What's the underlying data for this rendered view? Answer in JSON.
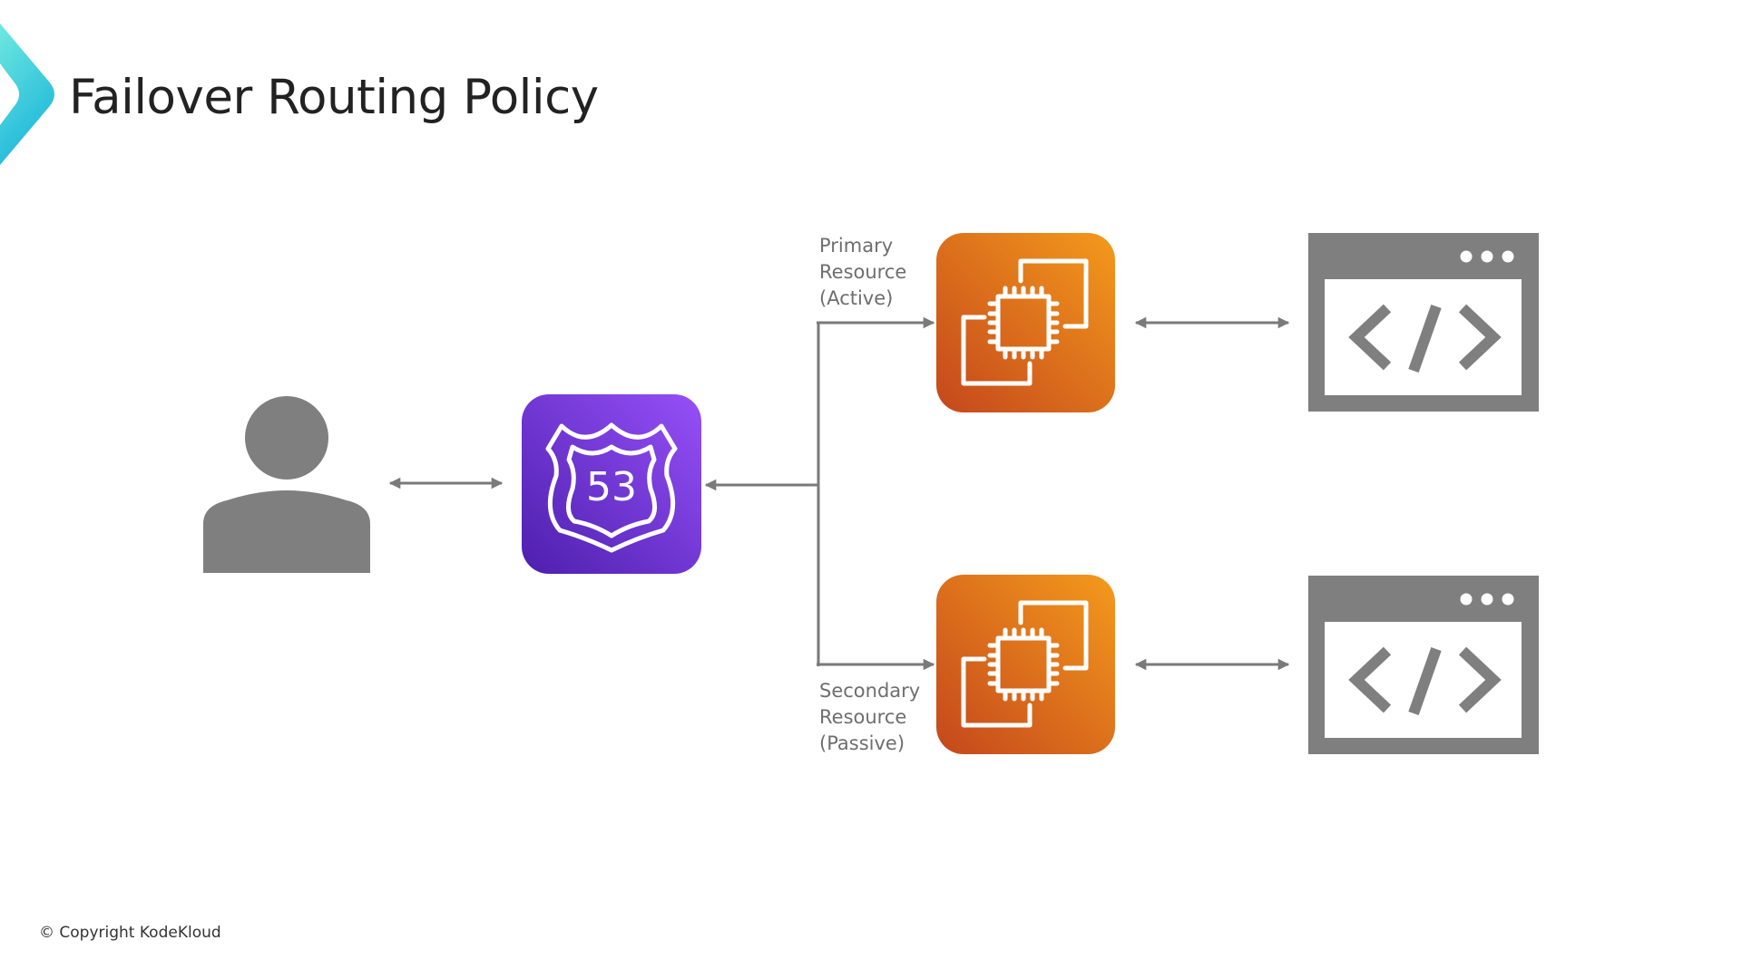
{
  "slide": {
    "title": "Failover Routing Policy",
    "copyright": "© Copyright KodeKloud"
  },
  "diagram": {
    "nodes": [
      {
        "id": "user",
        "type": "user-icon",
        "label": ""
      },
      {
        "id": "route53",
        "type": "route53-icon",
        "badge_text": "53"
      },
      {
        "id": "ec2-primary",
        "type": "ec2-icon",
        "label": "Primary\nResource\n(Active)"
      },
      {
        "id": "ec2-secondary",
        "type": "ec2-icon",
        "label": "Secondary\nResource\n(Passive)"
      },
      {
        "id": "app-primary",
        "type": "web-app-icon"
      },
      {
        "id": "app-secondary",
        "type": "web-app-icon"
      }
    ],
    "edges": [
      {
        "from": "user",
        "to": "route53",
        "direction": "bidirectional"
      },
      {
        "from": "ec2-primary",
        "to": "route53",
        "direction": "branch-merge"
      },
      {
        "from": "ec2-secondary",
        "to": "route53",
        "direction": "branch-merge"
      },
      {
        "from": "route53",
        "to": "ec2-primary",
        "direction": "forward"
      },
      {
        "from": "route53",
        "to": "ec2-secondary",
        "direction": "forward"
      },
      {
        "from": "ec2-primary",
        "to": "app-primary",
        "direction": "bidirectional"
      },
      {
        "from": "ec2-secondary",
        "to": "app-secondary",
        "direction": "bidirectional"
      }
    ],
    "labels": {
      "primary": "Primary\nResource\n(Active)",
      "secondary": "Secondary\nResource\n(Passive)",
      "route53_badge": "53"
    }
  },
  "colors": {
    "accent_teal": "#2EC9DE",
    "route53_purple": "#7B3FE0",
    "ec2_orange": "#E07A1F",
    "icon_gray": "#7F7F80",
    "connector_gray": "#7a7a7a",
    "text_dark": "#222222"
  }
}
